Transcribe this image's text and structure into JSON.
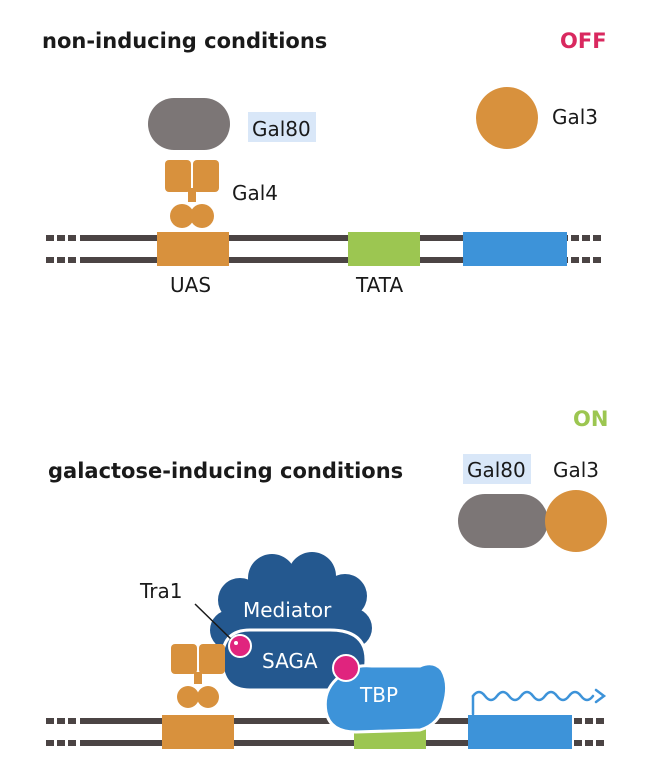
{
  "colors": {
    "dna": "#4b4444",
    "gal80": "#7c7676",
    "gal4": "#d8913d",
    "gal3": "#d8913d",
    "tata": "#9cc651",
    "gene": "#3d93d9",
    "highlight": "#d9e7f8",
    "off": "#d9285f",
    "on": "#9cc651",
    "mediator": "#24588f",
    "saga": "#24588f",
    "tbp": "#3d93d9",
    "tra1": "#e0247e"
  },
  "panel_off": {
    "heading": "non-inducing conditions",
    "state": "OFF",
    "gal80_label": "Gal80",
    "gal4_label": "Gal4",
    "gal3_label": "Gal3",
    "uas_label": "UAS",
    "tata_label": "TATA"
  },
  "panel_on": {
    "heading": "galactose-inducing conditions",
    "state": "ON",
    "gal80_label": "Gal80",
    "gal3_label": "Gal3",
    "tra1_label": "Tra1",
    "mediator_label": "Mediator",
    "saga_label": "SAGA",
    "tbp_label": "TBP"
  }
}
